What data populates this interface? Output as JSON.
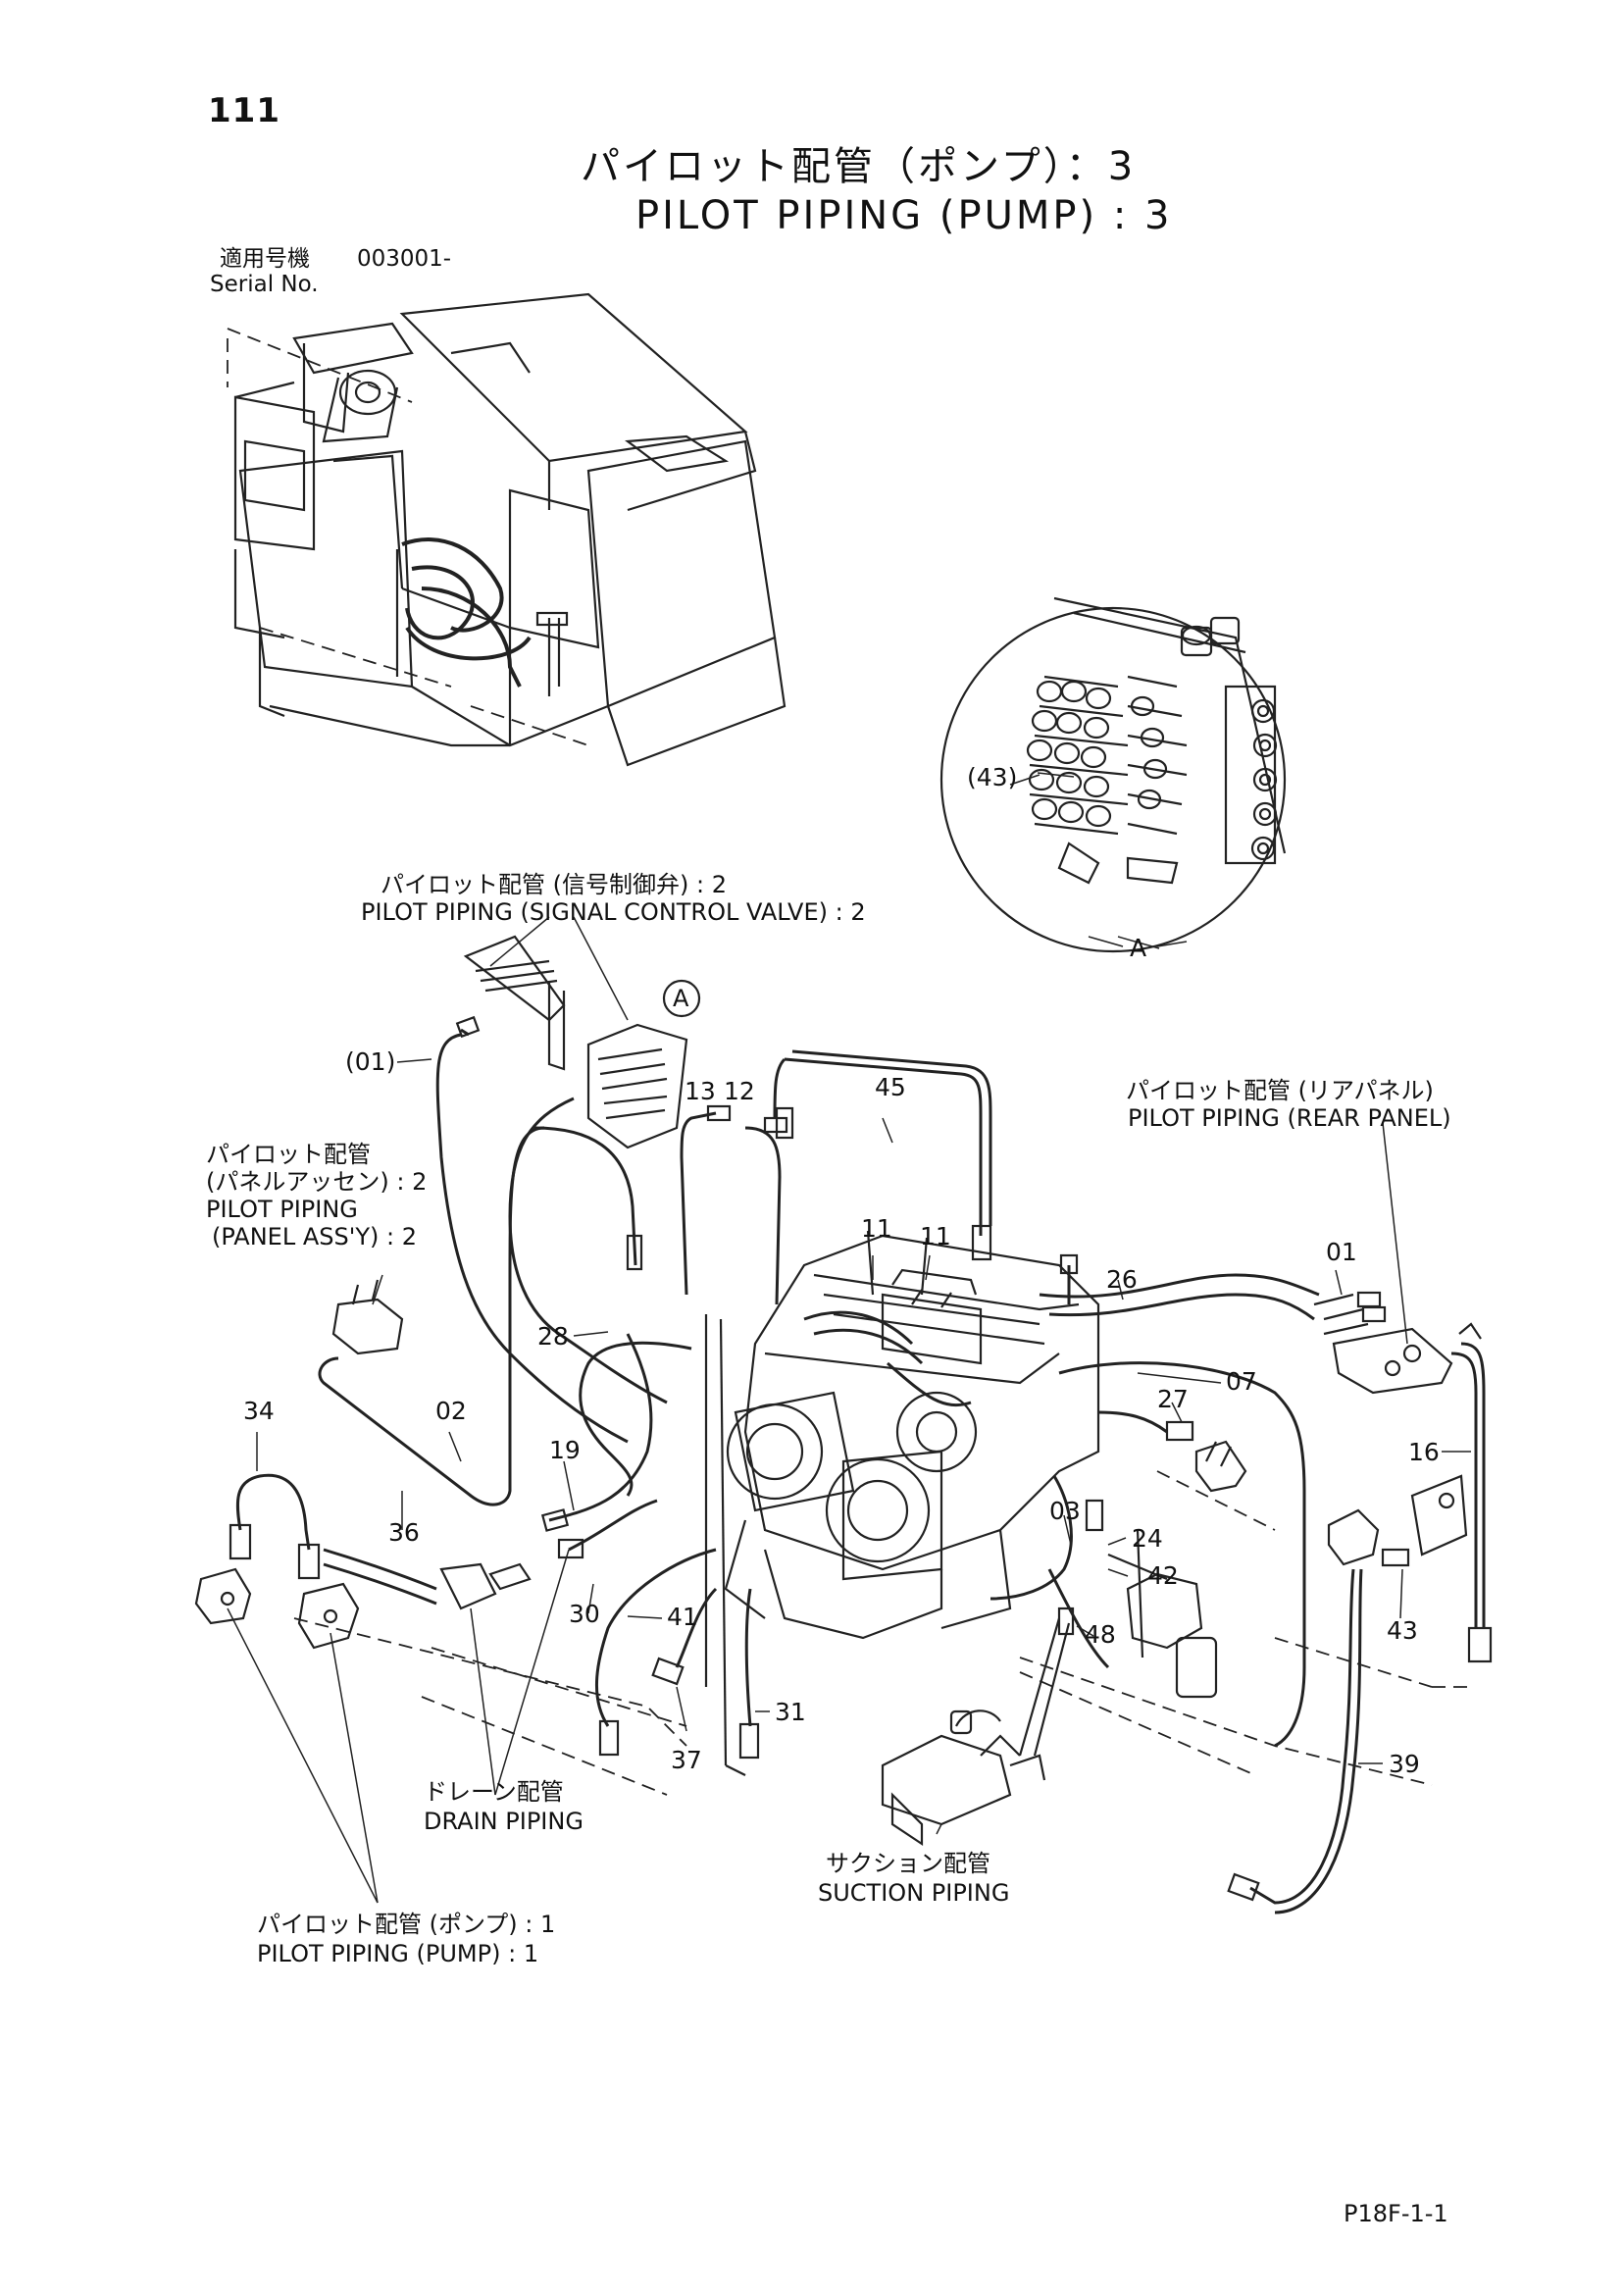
{
  "page": {
    "number": "111",
    "title_jp": "パイロット配管（ポンプ）：3",
    "title_en": "PILOT PIPING (PUMP) : 3",
    "serial_jp": "適用号機",
    "serial_value": "003001-",
    "serial_en": "Serial No.",
    "footer_code": "P18F-1-1"
  },
  "references": {
    "signal_control_valve_jp": "パイロット配管 (信号制御弁) : 2",
    "signal_control_valve_en": "PILOT PIPING (SIGNAL CONTROL VALVE) : 2",
    "rear_panel_jp": "パイロット配管 (リアパネル)",
    "rear_panel_en": "PILOT PIPING (REAR PANEL)",
    "panel_assy_jp_1": "パイロット配管",
    "panel_assy_jp_2": "(パネルアッセン) : 2",
    "panel_assy_en_1": "PILOT PIPING",
    "panel_assy_en_2": "(PANEL ASS'Y) : 2",
    "drain_jp": "ドレーン配管",
    "drain_en": "DRAIN PIPING",
    "suction_jp": "サクション配管",
    "suction_en": "SUCTION PIPING",
    "pump1_jp": "パイロット配管 (ポンプ) : 1",
    "pump1_en": "PILOT PIPING (PUMP) : 1"
  },
  "detail": {
    "view_label": "A",
    "circle_marker": "A",
    "part_ref": "(43)"
  },
  "callouts": {
    "c01_paren": "(01)",
    "c13": "13",
    "c12": "12",
    "c45": "45",
    "c11a": "11",
    "c11b": "11",
    "c26": "26",
    "c01": "01",
    "c28": "28",
    "c07": "07",
    "c27": "27",
    "c16": "16",
    "c34": "34",
    "c02": "02",
    "c19": "19",
    "c36": "36",
    "c03": "03",
    "c24": "24",
    "c42": "42",
    "c43": "43",
    "c30": "30",
    "c41": "41",
    "c48": "48",
    "c31": "31",
    "c37": "37",
    "c39": "39"
  }
}
